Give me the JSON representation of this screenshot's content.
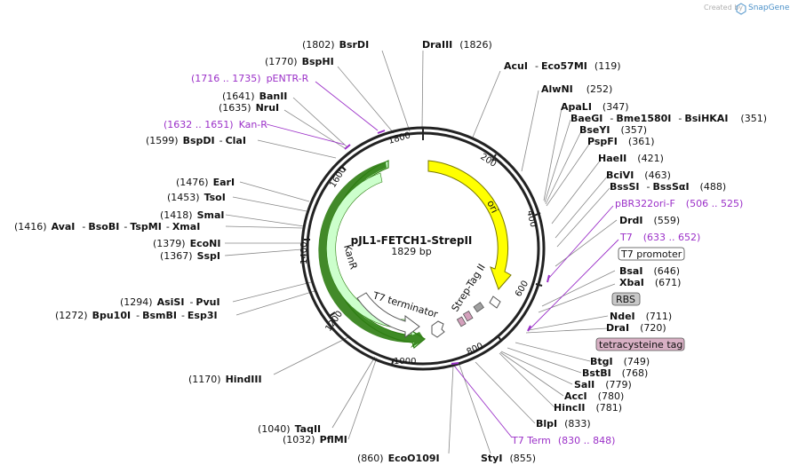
{
  "branding": {
    "created_by": "Created by",
    "app": "SnapGene"
  },
  "plasmid": {
    "name": "pJL1-FETCH1-StrepII",
    "length": "1829 bp"
  },
  "ticks": [
    "200",
    "400",
    "600",
    "800",
    "1000",
    "1200",
    "1400",
    "1600",
    "1800"
  ],
  "features": {
    "ori": "ori",
    "kanr": "KanR",
    "t7_terminator": "T7 terminator",
    "strep_tag": "Strep-Tag II"
  },
  "sites_right": [
    {
      "name": "AcuI",
      "sep1": "-",
      "name2": "Eco57MI",
      "pos": "(119)"
    },
    {
      "name": "AlwNI",
      "pos": "(252)"
    },
    {
      "name": "ApaLI",
      "pos": "(347)"
    },
    {
      "name": "BaeGI",
      "sep1": "-",
      "name2": "Bme1580I",
      "sep2": "-",
      "name3": "BsiHKAI",
      "pos": "(351)"
    },
    {
      "name": "BseYI",
      "pos": "(357)"
    },
    {
      "name": "PspFI",
      "pos": "(361)"
    },
    {
      "name": "HaeII",
      "pos": "(421)"
    },
    {
      "name": "BciVI",
      "pos": "(463)"
    },
    {
      "name": "BssSI",
      "sep1": "-",
      "name2": "BssSαI",
      "pos": "(488)"
    },
    {
      "name": "DrdI",
      "pos": "(559)"
    },
    {
      "name": "BsaI",
      "pos": "(646)"
    },
    {
      "name": "XbaI",
      "pos": "(671)"
    },
    {
      "name": "NdeI",
      "pos": "(711)"
    },
    {
      "name": "DraI",
      "pos": "(720)"
    },
    {
      "name": "BtgI",
      "pos": "(749)"
    },
    {
      "name": "BstBI",
      "pos": "(768)"
    },
    {
      "name": "SalI",
      "pos": "(779)"
    },
    {
      "name": "AccI",
      "pos": "(780)"
    },
    {
      "name": "HincII",
      "pos": "(781)"
    },
    {
      "name": "BlpI",
      "pos": "(833)"
    }
  ],
  "sites_bottom": [
    {
      "name": "StyI",
      "pos": "(855)"
    },
    {
      "name": "EcoO109I",
      "pos": "(860)"
    }
  ],
  "sites_left": [
    {
      "pos": "(1802)",
      "name": "BsrDI"
    },
    {
      "name": "DraIII",
      "pos": "(1826)"
    },
    {
      "pos": "(1770)",
      "name": "BspHI"
    },
    {
      "pos": "(1641)",
      "name": "BanII"
    },
    {
      "pos": "(1635)",
      "name": "NruI"
    },
    {
      "pos": "(1599)",
      "name": "BspDI",
      "sep1": "-",
      "name2": "ClaI"
    },
    {
      "pos": "(1476)",
      "name": "EarI"
    },
    {
      "pos": "(1453)",
      "name": "TsoI"
    },
    {
      "pos": "(1418)",
      "name": "SmaI"
    },
    {
      "pos": "(1416)",
      "name": "AvaI",
      "sep1": "-",
      "name2": "BsoBI",
      "sep2": "-",
      "name3": "TspMI",
      "sep3": "-",
      "name4": "XmaI"
    },
    {
      "pos": "(1379)",
      "name": "EcoNI"
    },
    {
      "pos": "(1367)",
      "name": "SspI"
    },
    {
      "pos": "(1294)",
      "name": "AsiSI",
      "sep1": "-",
      "name2": "PvuI"
    },
    {
      "pos": "(1272)",
      "name": "Bpu10I",
      "sep1": "-",
      "name2": "BsmBI",
      "sep2": "-",
      "name3": "Esp3I"
    },
    {
      "pos": "(1170)",
      "name": "HindIII"
    },
    {
      "pos": "(1040)",
      "name": "TaqII"
    },
    {
      "pos": "(1032)",
      "name": "PflMI"
    }
  ],
  "primers": {
    "pentr": {
      "pos": "(1716 .. 1735)",
      "name": "pENTR-R"
    },
    "kan": {
      "pos": "(1632 .. 1651)",
      "name": "Kan-R"
    },
    "pbr": {
      "name": "pBR322ori-F",
      "pos": "(506 .. 525)"
    },
    "t7": {
      "name": "T7",
      "pos": "(633 .. 652)"
    },
    "t7term": {
      "name": "T7 Term",
      "pos": "(830 .. 848)"
    }
  },
  "boxed": {
    "t7_promoter": "T7 promoter",
    "rbs": "RBS",
    "tetracysteine": "tetracysteine tag"
  },
  "colors": {
    "ori": "#ffff00",
    "kanr": "#ccffcc",
    "kanr_border": "#2e7d12",
    "primer": "#9b30c8",
    "rbs_box": "#c8c8c8",
    "tetra_box": "#d8b0c4"
  }
}
